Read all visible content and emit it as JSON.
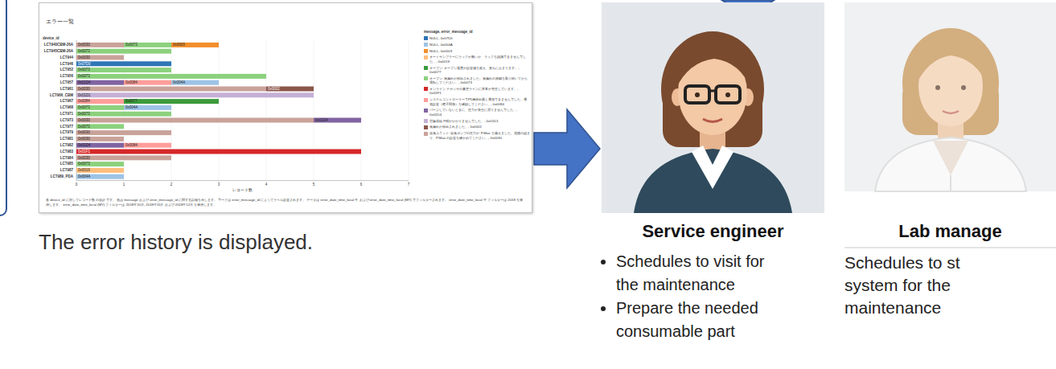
{
  "diagram": {
    "caption": "The error history is displayed.",
    "nodes": [
      {
        "text": [
          "エラー一覧"
        ]
      },
      {
        "text": [
          "Service engineer",
          "Schedules to visit for the maintenance",
          "Prepare the needed consumable part"
        ]
      },
      {
        "text": [
          "Lab manage",
          "Schedules to st system for the maintenance"
        ]
      }
    ],
    "edges": [
      {
        "from": 0,
        "to": 1,
        "arrow": "to"
      }
    ],
    "labels": [
      "device_id",
      "LCT940CBM-26A",
      "LCT945CBM-26A",
      "LCT944",
      "LCT946",
      "LCT952",
      "LCT956",
      "LCT957",
      "LCT961",
      "LCT966_CBM",
      "LCT967",
      "LCT968",
      "LCT971",
      "LCT973",
      "LCT977",
      "LCT979",
      "LCT981",
      "LCT982",
      "LCT983",
      "LCT984",
      "LCT985",
      "LCT987",
      "LCT989_PDA",
      "0x0030",
      "0x0073",
      "0x0003",
      "0x0073",
      "0x0030",
      "0x07D0",
      "0x0073",
      "0x0073",
      "0x01D4",
      "0x0084",
      "0x004A",
      "0x0030",
      "0x0002",
      "0x01D1",
      "0x0084",
      "0x0077",
      "0x0073",
      "0x004A",
      "0x0073",
      "0x0030",
      "0x01D4",
      "0x0073",
      "0x0030",
      "0x0030",
      "0x01D4",
      "0x0084",
      "0x01F1",
      "0x0030",
      "0x0073",
      "0x0019",
      "0x004A",
      "0",
      "1",
      "2",
      "3",
      "4",
      "5",
      "6",
      "7",
      "レコード数",
      "message, error_message_id",
      "各 device_id に対してレコード数 の合計 です。 色は message および error_message_id に関する詳細を示します。 マークは error_message_id によってラベル設定されます。 データは error_date_time_local 年 および error_date_time_local (MY) でフィルターされます。 error_date_time_local 年 フィルターは 2018 を保持します。 error_date_time_local (MY) フィルターは 2018年10月, 2018年11月 および 2018年12月 を保持します。"
    ],
    "legend": [
      {
        "text": "NULL, 0x07D0",
        "color": "#2e75b6"
      },
      {
        "text": "NULL, 0x004A",
        "color": "#9dc3e6"
      },
      {
        "text": "NULL, 0x0003",
        "color": "#f28e2b"
      },
      {
        "text": "オートサンプラーにラックが無いか、ラックを認識できませんでした。, 0x0019",
        "color": "#ffbe7d"
      },
      {
        "text": "オーブン: オーブン温度が設定値を超え、直ちに止まります。, 0x0077",
        "color": "#3c9b3c"
      },
      {
        "text": "オーブン: 液漏れが検出されました。液漏れの原因を取り除いてから運転してください。, 0x0073",
        "color": "#8cd17d"
      },
      {
        "text": "オンライン デガッサの真空ラインに異常が発生しています。, 0x01F1",
        "color": "#d62728"
      },
      {
        "text": "システムコントローラーでPDA検出器と通信できませんでした。通信設定（種子関係）を確認してください。, 0x0084",
        "color": "#ff9d9a"
      },
      {
        "text": "パージしていないときに、圧力が安全に戻りませんでした。, 0x01D4",
        "color": "#8064a2"
      },
      {
        "text": "溶媒供給 P開がかかりませんでした。, 0x01D1",
        "color": "#c5b0d5"
      },
      {
        "text": "液漏れが検出されました。, 0x0002",
        "color": "#8c564b"
      },
      {
        "text": "送液ユニット: 送液ポンプの圧力が P.Max を越えました。流路の詰まり、P.Max の設定を確かめてください。, 0x0030",
        "color": "#c9a29a"
      }
    ]
  }
}
